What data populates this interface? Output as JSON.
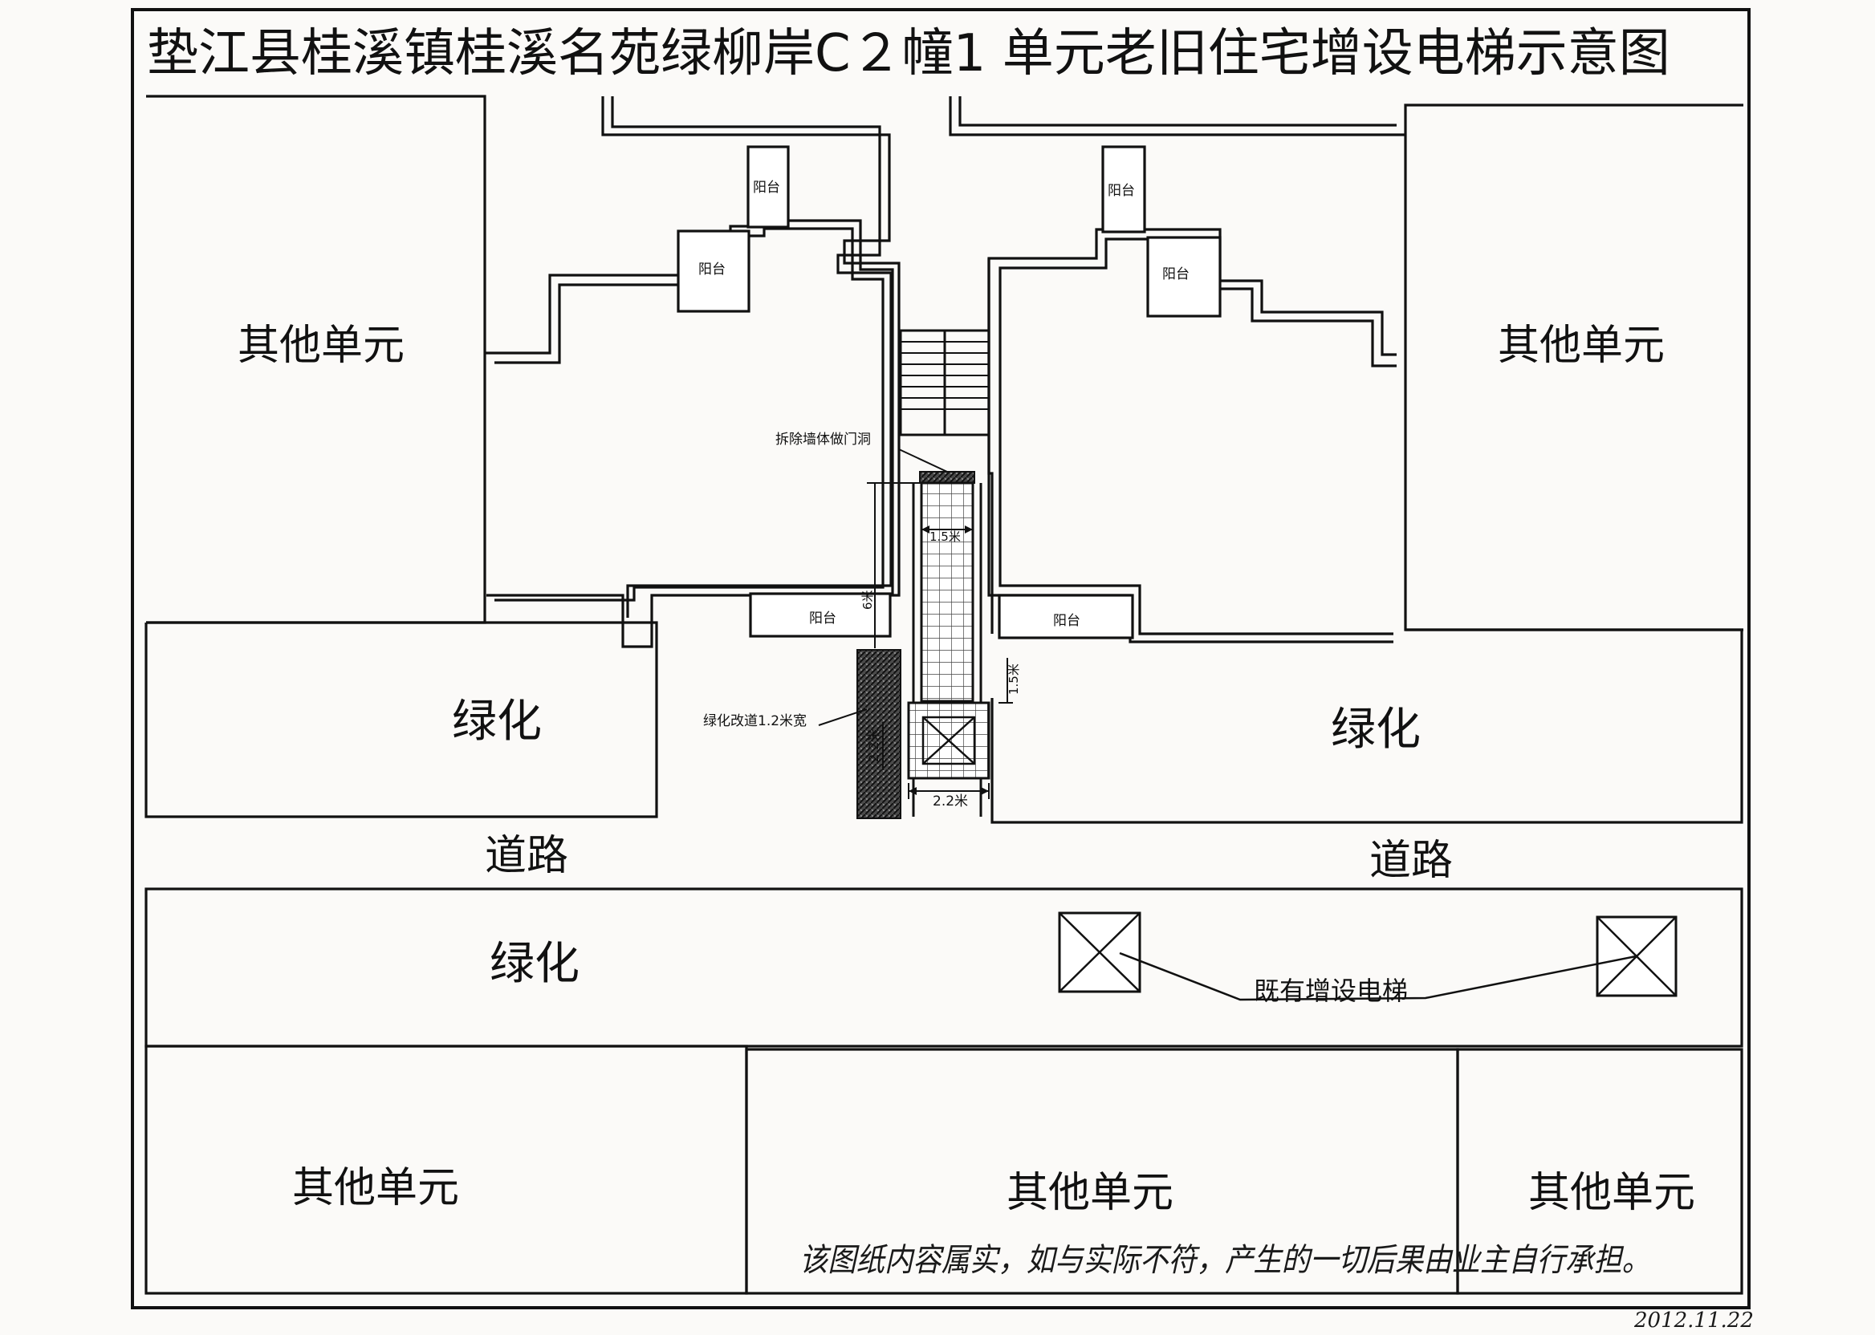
{
  "title": "垫江县桂溪镇桂溪名苑绿柳岸C２幢1 单元老旧住宅增设电梯示意图",
  "labels": {
    "other_unit": "其他单元",
    "greening": "绿化",
    "road": "道路",
    "balcony": "阳台",
    "remove_wall": "拆除墙体做门洞",
    "green_path": "绿化改道1.2米宽",
    "existing_elevator": "既有增设电梯"
  },
  "dimensions": {
    "shaft_width": "1.5米",
    "shaft_length": "6米",
    "corridor_depth": "1.5米",
    "elevator_width": "2.2米",
    "elevator_depth": "2.2米"
  },
  "note": "该图纸内容属实，如与实际不符，产生的一切后果由业主自行承担。",
  "date": "2012.11.22",
  "colors": {
    "ink": "#111111",
    "paper": "#fbfaf8",
    "hatch": "#333333"
  }
}
